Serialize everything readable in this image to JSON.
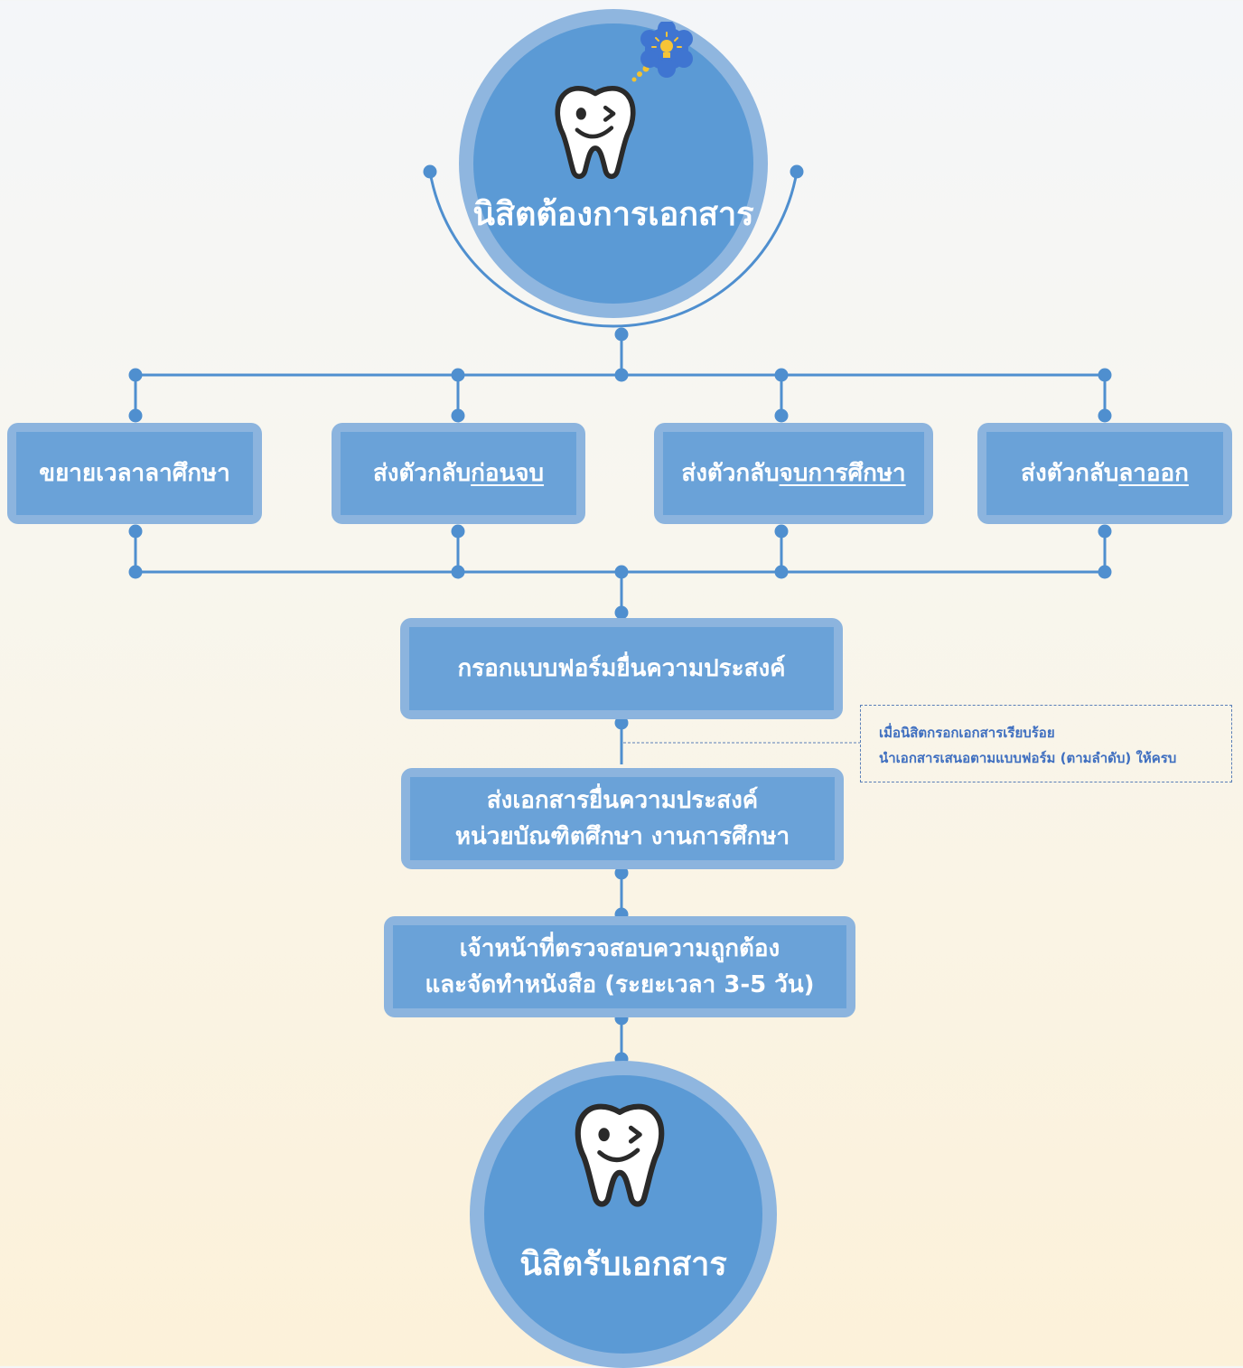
{
  "start": {
    "title": "นิสิตต้องการเอกสาร"
  },
  "options": [
    {
      "pre": "ขยายเวลาลาศึกษา",
      "underlined": ""
    },
    {
      "pre": "ส่งตัวกลับ",
      "underlined": "ก่อนจบ"
    },
    {
      "pre": "ส่งตัวกลับ",
      "underlined": "จบการศึกษา"
    },
    {
      "pre": "ส่งตัวกลับ",
      "underlined": "ลาออก"
    }
  ],
  "steps": {
    "form": {
      "line1": "กรอกแบบฟอร์มยื่นความประสงค์"
    },
    "submit": {
      "line1": "ส่งเอกสารยื่นความประสงค์",
      "line2": "หน่วยบัณฑิตศึกษา งานการศึกษา"
    },
    "verify": {
      "line1": "เจ้าหน้าที่ตรวจสอบความถูกต้อง",
      "line2": "และจัดทำหนังสือ (ระยะเวลา 3-5 วัน)"
    }
  },
  "note": {
    "line1": "เมื่อนิสิตกรอกเอกสารเรียบร้อย",
    "line2": "นำเอกสารเสนอตามแบบฟอร์ม (ตามลำดับ) ให้ครบ"
  },
  "end": {
    "title": "นิสิตรับเอกสาร"
  },
  "icons": {
    "mascot": "tooth-mascot-icon",
    "idea": "lightbulb-icon"
  },
  "colors": {
    "primary": "#5b9ad5",
    "border": "#8cb4de",
    "wire": "#4f8fcf",
    "note": "#3f6fc0"
  }
}
